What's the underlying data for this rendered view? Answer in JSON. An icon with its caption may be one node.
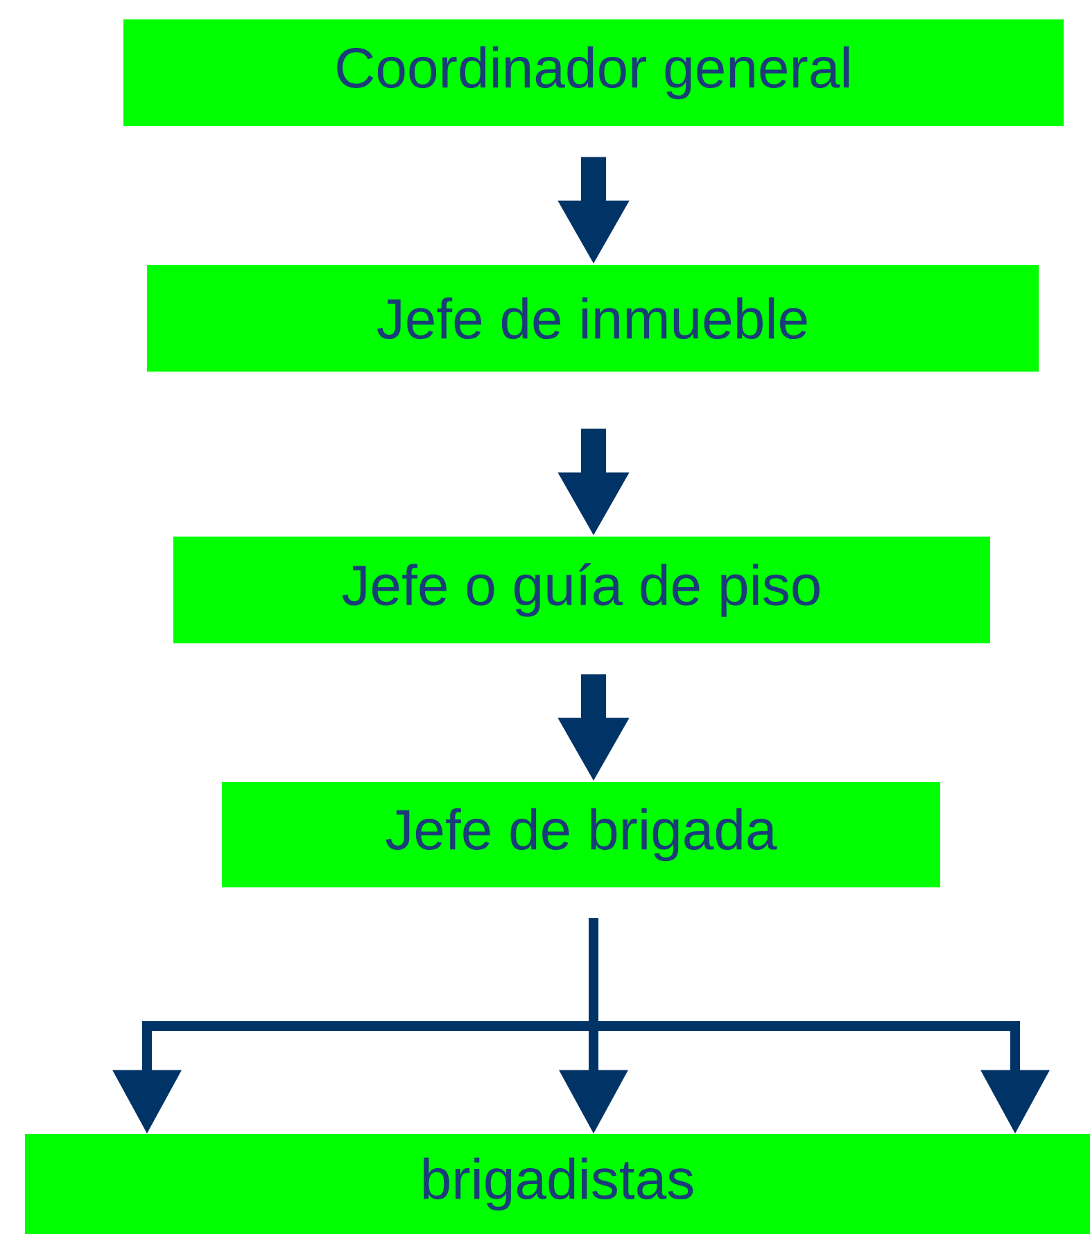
{
  "diagram": {
    "nodes": [
      {
        "text": [
          "Coordinador general"
        ]
      },
      {
        "text": [
          "Jefe de inmueble"
        ]
      },
      {
        "text": [
          "Jefe o guía de piso"
        ]
      },
      {
        "text": [
          "Jefe de brigada"
        ]
      },
      {
        "text": [
          "brigadistas"
        ]
      }
    ],
    "edges": [
      {
        "from": 0,
        "to": 1,
        "arrow": "to",
        "style": "thick"
      },
      {
        "from": 1,
        "to": 2,
        "arrow": "to",
        "style": "thick"
      },
      {
        "from": 2,
        "to": 3,
        "arrow": "to",
        "style": "thick"
      },
      {
        "from": 3,
        "to": 4,
        "arrow": "to"
      },
      {
        "from": 3,
        "to": 4,
        "arrow": "to"
      },
      {
        "from": 3,
        "to": 4,
        "arrow": "to"
      }
    ]
  }
}
